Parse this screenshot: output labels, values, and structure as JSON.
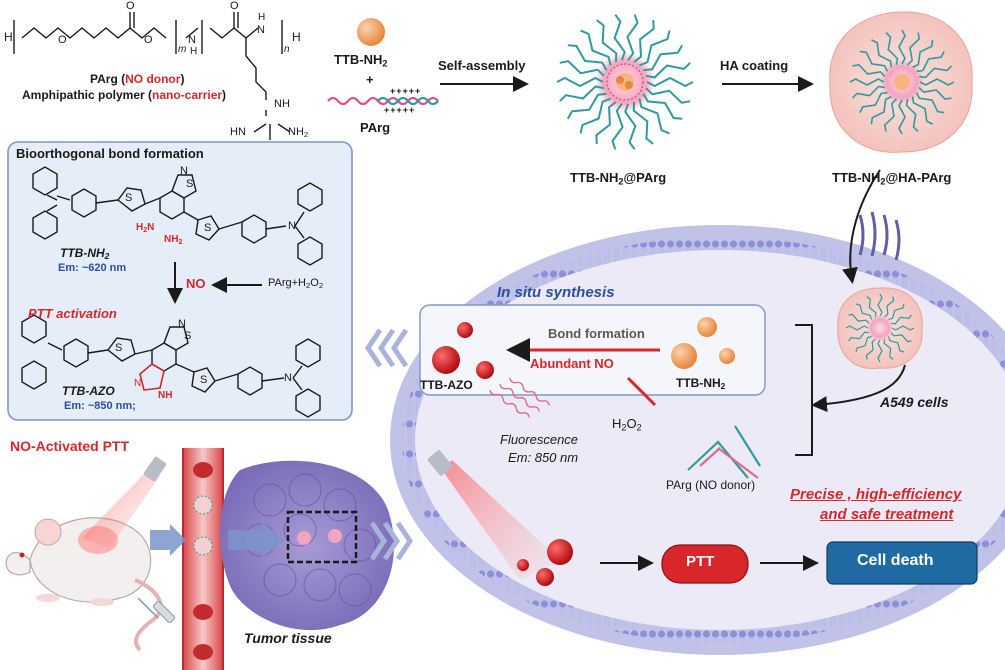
{
  "polymer": {
    "name_prefix": "PArg (",
    "name_highlight": "NO donor",
    "name_suffix": ")",
    "role_prefix": "Amphipathic polymer (",
    "role_highlight": "nano-carrier",
    "role_suffix": ")",
    "structure_labels": {
      "h_left": "H",
      "o1": "O",
      "o2": "O",
      "o3": "O",
      "m": "m",
      "n": "n",
      "nh1": "N",
      "h1": "H",
      "nh2": "N",
      "h2": "H",
      "h_right": "H",
      "nh_gua": "NH",
      "hn_gua": "HN",
      "nh2_gua": "NH",
      "nh2_sub": "2"
    }
  },
  "assembly": {
    "ttb_label": "TTB-NH",
    "ttb_sub": "2",
    "plus": "+",
    "parg_label": "PArg",
    "charges_top": "+++++",
    "charges_bottom": "+++++",
    "self_assembly": "Self-assembly",
    "nanoparticle1_label": "TTB-NH",
    "nanoparticle1_sub": "2",
    "nanoparticle1_suffix": "@PArg",
    "ha_coating": "HA coating",
    "nanoparticle2_label": "TTB-NH",
    "nanoparticle2_sub": "2",
    "nanoparticle2_suffix": "@HA-PArg"
  },
  "bioorthogonal": {
    "title": "Bioorthogonal bond formation",
    "reactant_name": "TTB-NH",
    "reactant_sub": "2",
    "reactant_em": "Em: ~620 nm",
    "reactant_nh2_a": "H",
    "reactant_nh2_a2": "N",
    "reactant_nh2_b": "NH",
    "no_label": "NO",
    "reagent": "PArg+H",
    "reagent_sub": "2",
    "reagent_o": "O",
    "activation": "PTT activation",
    "product_name": "TTB-AZO",
    "product_em": "Em: ~850 nm;",
    "s_label": "S",
    "n_label": "N",
    "nh_label": "NH"
  },
  "cell": {
    "in_situ": "In situ synthesis",
    "bond_formation": "Bond formation",
    "abundant_no": "Abundant NO",
    "ttb_azo": "TTB-AZO",
    "ttb_nh2": "TTB-NH",
    "ttb_nh2_sub": "2",
    "h2o2": "H",
    "h2o2_sub": "2",
    "h2o2_o": "O",
    "fluorescence": "Fluorescence",
    "fluorescence_em": "Em:  850 nm",
    "parg_donor": "PArg (NO donor)",
    "a549": "A549 cells",
    "precise_line1": "Precise , high-efficiency",
    "precise_line2": "and safe  treatment",
    "ptt": "PTT",
    "cell_death": "Cell death"
  },
  "invivo": {
    "title": "NO-Activated PTT",
    "tumor": "Tumor tissue"
  },
  "colors": {
    "accent_red": "#d9262b",
    "accent_blue": "#2a4fa0",
    "panel_bg": "#e4edf8",
    "panel_border": "#7c98c4",
    "membrane": "#8e8fd6",
    "cell_bg": "#eceaf6",
    "ptt_fill": "#d9262b",
    "death_fill": "#1f6aa3",
    "teal": "#2f9aa0",
    "pink": "#e06a8a"
  }
}
